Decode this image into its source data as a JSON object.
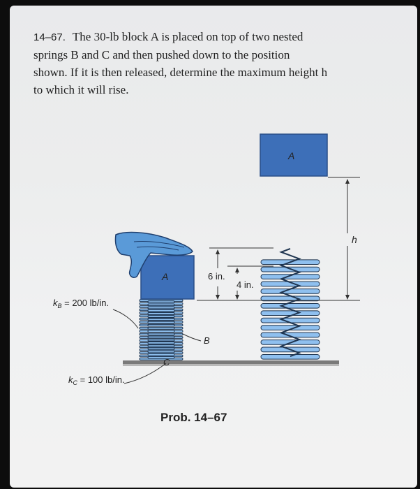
{
  "problem": {
    "number": "14–67.",
    "lines": [
      "The 30-lb block A is placed on top of two nested",
      "springs B and C and then pushed down to the position",
      "shown. If it is then released, determine the maximum height h",
      "to which it will rise."
    ]
  },
  "figure": {
    "block_label": "A",
    "block_label_top": "A",
    "dim_6in": "6 in.",
    "dim_4in": "4 in.",
    "dim_h": "h",
    "kb_label": "k",
    "kb_sub": "B",
    "kb_value": " = 200 lb/in.",
    "kc_label": "k",
    "kc_sub": "C",
    "kc_value": " = 100 lb/in.",
    "spring_b_label": "B",
    "spring_c_label": "C"
  },
  "caption": "Prob. 14–67",
  "colors": {
    "block": "#3d6fb8",
    "block_dark": "#2a4f88",
    "spring": "#8fc0ef",
    "spring_dark": "#1f3550",
    "hand": "#5a9ad8",
    "ground": "#6a6a6a",
    "line": "#333333"
  }
}
